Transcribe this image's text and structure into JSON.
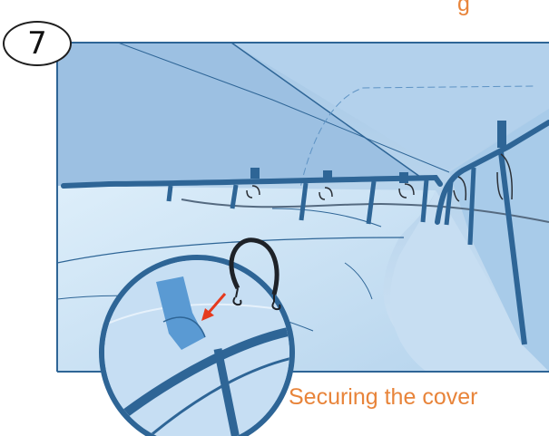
{
  "step": {
    "number": "7"
  },
  "caption": {
    "text": "Securing the cover"
  },
  "top_caption": {
    "text": "g"
  },
  "colors": {
    "accent": "#e8843a",
    "rail": "#2e6596",
    "cover_light": "#cfe4f5",
    "cover_mid": "#a9cbe8",
    "cover_dark": "#8fb6dc",
    "arrow": "#e53a1e"
  },
  "icons": [
    "bungee-cord-icon",
    "red-arrow-icon",
    "magnifier-circle-icon",
    "cover-clip-icon"
  ]
}
